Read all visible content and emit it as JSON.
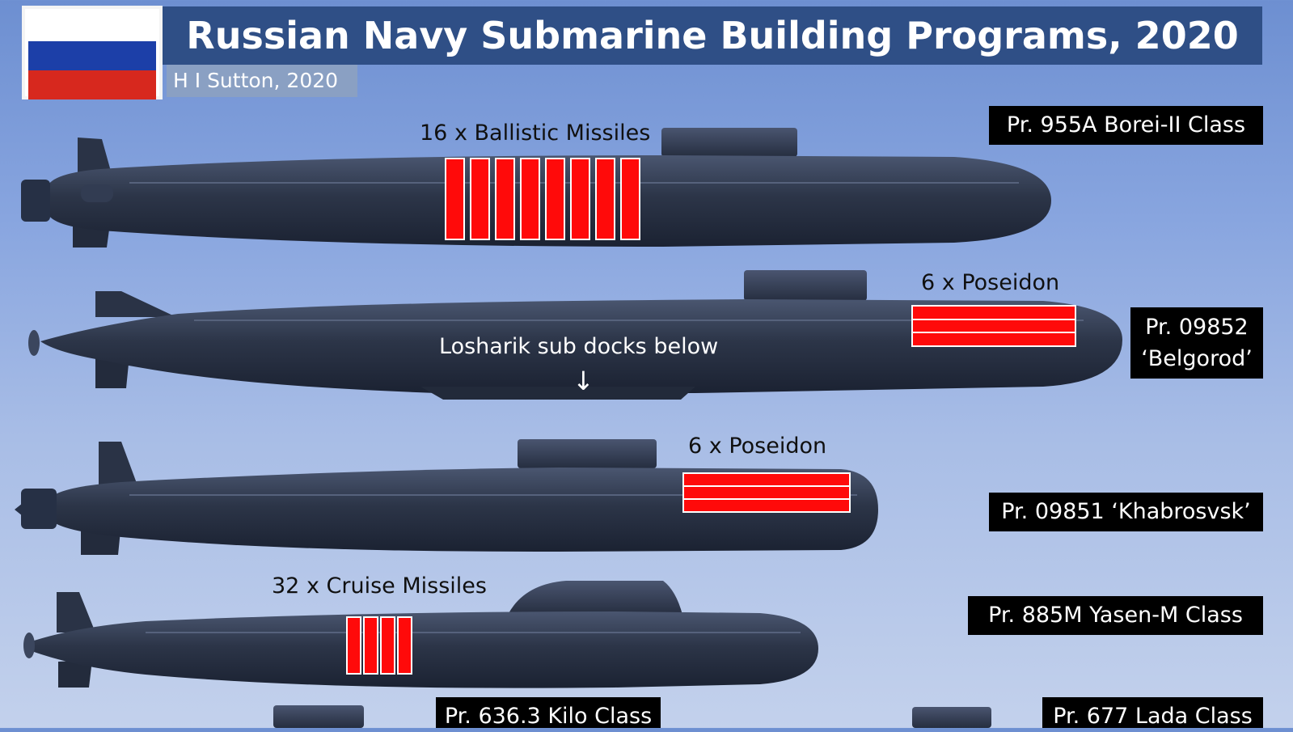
{
  "header": {
    "title": "Russian Navy Submarine Building Programs, 2020",
    "credit": "H I Sutton, 2020"
  },
  "flag": {
    "icon": "russian-flag-icon",
    "colors": [
      "#ffffff",
      "#1c3fa8",
      "#d7281e"
    ]
  },
  "colors": {
    "hull": "#2a3346",
    "missile": "#ff0a0a",
    "label_bg": "#000000",
    "title_bg": "#2f4f86"
  },
  "submarines": [
    {
      "label": "Pr. 955A Borei-II Class",
      "caption": "16 x Ballistic Missiles"
    },
    {
      "label_line1": "Pr. 09852",
      "label_line2": "‘Belgorod’",
      "caption": "6 x Poseidon",
      "note": "Losharik sub docks below",
      "note_icon": "down-arrow-icon"
    },
    {
      "label": "Pr. 09851 ‘Khabrosvsk’",
      "caption": "6 x Poseidon"
    },
    {
      "label": "Pr. 885M Yasen-M Class",
      "caption": "32 x Cruise Missiles"
    },
    {
      "label": "Pr. 636.3 Kilo Class"
    },
    {
      "label": "Pr. 677 Lada Class"
    }
  ]
}
